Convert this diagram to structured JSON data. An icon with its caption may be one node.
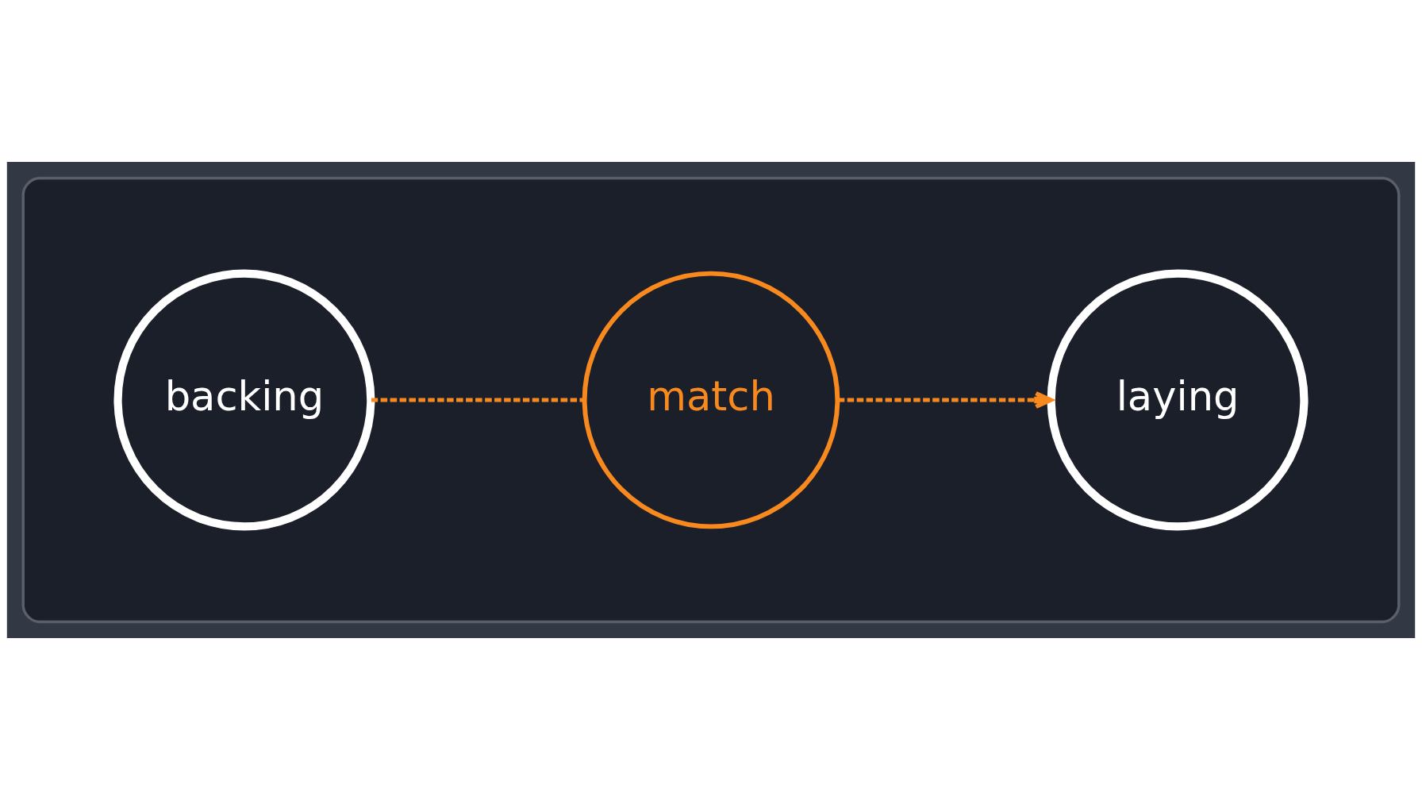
{
  "diagram": {
    "nodes": [
      {
        "text": [],
        "shape": "box"
      },
      {
        "text": [
          "backing"
        ],
        "in": 0
      },
      {
        "text": [
          "match"
        ],
        "in": 0
      },
      {
        "text": [
          "laying"
        ],
        "in": 0
      }
    ],
    "edges": [
      {
        "from": 1,
        "to": 2,
        "arrow": "none",
        "style": "dashed"
      },
      {
        "from": 2,
        "to": 3,
        "arrow": "to",
        "style": "dashed"
      }
    ]
  }
}
